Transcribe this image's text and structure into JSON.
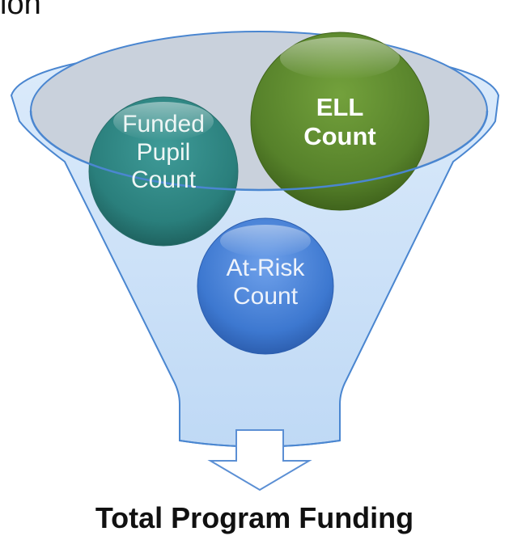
{
  "partial_title": "ion",
  "funnel": {
    "inputs": [
      {
        "label": "Funded\nPupil\nCount",
        "color": "#2a7f7c"
      },
      {
        "label": "ELL\nCount",
        "color": "#56812a"
      },
      {
        "label": "At-Risk\nCount",
        "color": "#3d78d0"
      }
    ],
    "funnel_color": "#cfe3f7",
    "funnel_rim_color": "#c9d1dc"
  },
  "output": {
    "label": "Total Program Funding"
  }
}
